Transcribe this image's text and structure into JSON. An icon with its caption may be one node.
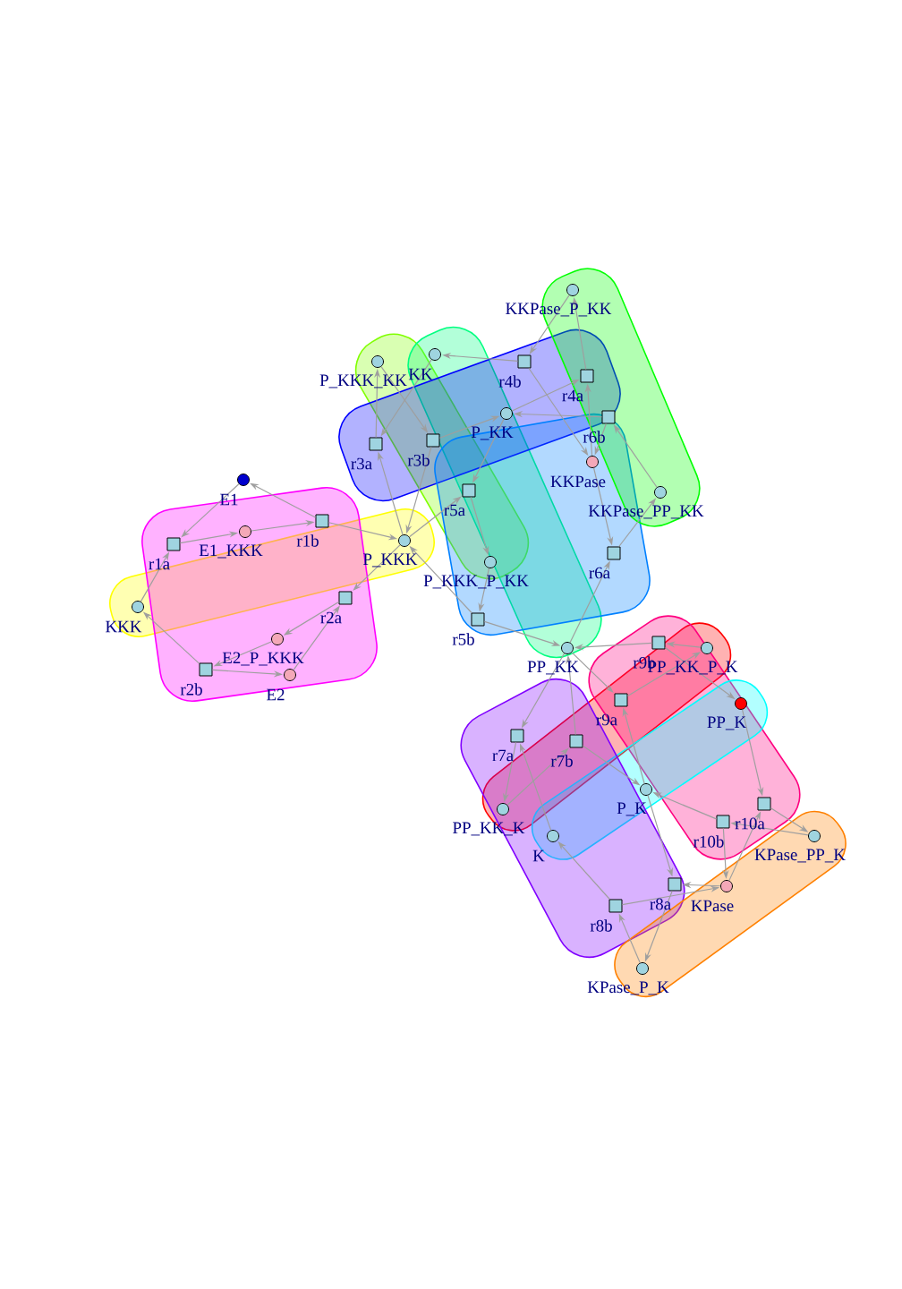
{
  "diagram": {
    "nodes": [
      {
        "text": [],
        "shape": "circle",
        "beside": [
          "E1"
        ]
      },
      {
        "text": [],
        "shape": "circle",
        "beside": [
          "E1_KKK"
        ]
      },
      {
        "text": [],
        "shape": "circle",
        "beside": [
          "KKK"
        ]
      },
      {
        "text": [],
        "shape": "circle",
        "beside": [
          "P_KKK"
        ]
      },
      {
        "text": [],
        "shape": "circle",
        "beside": [
          "E2_P_KKK"
        ]
      },
      {
        "text": [],
        "shape": "circle",
        "beside": [
          "E2"
        ]
      },
      {
        "text": [],
        "shape": "box",
        "beside": [
          "r1a"
        ]
      },
      {
        "text": [],
        "shape": "box",
        "beside": [
          "r1b"
        ]
      },
      {
        "text": [],
        "shape": "box",
        "beside": [
          "r2a"
        ]
      },
      {
        "text": [],
        "shape": "box",
        "beside": [
          "r2b"
        ]
      },
      {
        "text": [],
        "shape": "circle",
        "beside": [
          "KK"
        ]
      },
      {
        "text": [],
        "shape": "circle",
        "beside": [
          "P_KKK_KK"
        ]
      },
      {
        "text": [],
        "shape": "circle",
        "beside": [
          "KKPase_P_KK"
        ]
      },
      {
        "text": [],
        "shape": "circle",
        "beside": [
          "P_KK"
        ]
      },
      {
        "text": [],
        "shape": "circle",
        "beside": [
          "KKPase"
        ]
      },
      {
        "text": [],
        "shape": "circle",
        "beside": [
          "KKPase_PP_KK"
        ]
      },
      {
        "text": [],
        "shape": "circle",
        "beside": [
          "P_KKK_P_KK"
        ]
      },
      {
        "text": [],
        "shape": "box",
        "beside": [
          "r3a"
        ]
      },
      {
        "text": [],
        "shape": "box",
        "beside": [
          "r3b"
        ]
      },
      {
        "text": [],
        "shape": "box",
        "beside": [
          "r4a"
        ]
      },
      {
        "text": [],
        "shape": "box",
        "beside": [
          "r4b"
        ]
      },
      {
        "text": [],
        "shape": "box",
        "beside": [
          "r5a"
        ]
      },
      {
        "text": [],
        "shape": "box",
        "beside": [
          "r5b"
        ]
      },
      {
        "text": [],
        "shape": "box",
        "beside": [
          "r6a"
        ]
      },
      {
        "text": [],
        "shape": "box",
        "beside": [
          "r6b"
        ]
      },
      {
        "text": [],
        "shape": "circle",
        "beside": [
          "PP_KK"
        ]
      },
      {
        "text": [],
        "shape": "circle",
        "beside": [
          "PP_KK_P_K"
        ]
      },
      {
        "text": [],
        "shape": "circle",
        "beside": [
          "PP_K"
        ]
      },
      {
        "text": [],
        "shape": "circle",
        "beside": [
          "P_K"
        ]
      },
      {
        "text": [],
        "shape": "circle",
        "beside": [
          "PP_KK_K"
        ]
      },
      {
        "text": [],
        "shape": "circle",
        "beside": [
          "K"
        ]
      },
      {
        "text": [],
        "shape": "circle",
        "beside": [
          "KPase_PP_K"
        ]
      },
      {
        "text": [],
        "shape": "circle",
        "beside": [
          "KPase"
        ]
      },
      {
        "text": [],
        "shape": "circle",
        "beside": [
          "KPase_P_K"
        ]
      },
      {
        "text": [],
        "shape": "box",
        "beside": [
          "r7a"
        ]
      },
      {
        "text": [],
        "shape": "box",
        "beside": [
          "r7b"
        ]
      },
      {
        "text": [],
        "shape": "box",
        "beside": [
          "r8a"
        ]
      },
      {
        "text": [],
        "shape": "box",
        "beside": [
          "r8b"
        ]
      },
      {
        "text": [],
        "shape": "box",
        "beside": [
          "r9a"
        ]
      },
      {
        "text": [],
        "shape": "box",
        "beside": [
          "r9b"
        ]
      },
      {
        "text": [],
        "shape": "box",
        "beside": [
          "r10a"
        ]
      },
      {
        "text": [],
        "shape": "box",
        "beside": [
          "r10b"
        ]
      }
    ],
    "edges": [
      {
        "from": 2,
        "to": 6,
        "arrow": "to"
      },
      {
        "from": 0,
        "to": 6,
        "arrow": "to"
      },
      {
        "from": 6,
        "to": 1,
        "arrow": "to"
      },
      {
        "from": 1,
        "to": 7,
        "arrow": "to"
      },
      {
        "from": 7,
        "to": 3,
        "arrow": "to"
      },
      {
        "from": 7,
        "to": 0,
        "arrow": "to"
      },
      {
        "from": 3,
        "to": 8,
        "arrow": "to"
      },
      {
        "from": 5,
        "to": 8,
        "arrow": "to"
      },
      {
        "from": 8,
        "to": 4,
        "arrow": "to"
      },
      {
        "from": 4,
        "to": 9,
        "arrow": "to"
      },
      {
        "from": 9,
        "to": 2,
        "arrow": "to"
      },
      {
        "from": 9,
        "to": 5,
        "arrow": "to"
      },
      {
        "from": 10,
        "to": 17,
        "arrow": "to"
      },
      {
        "from": 3,
        "to": 17,
        "arrow": "to"
      },
      {
        "from": 17,
        "to": 11,
        "arrow": "to"
      },
      {
        "from": 11,
        "to": 18,
        "arrow": "to"
      },
      {
        "from": 18,
        "to": 13,
        "arrow": "to"
      },
      {
        "from": 18,
        "to": 3,
        "arrow": "to"
      },
      {
        "from": 13,
        "to": 19,
        "arrow": "to"
      },
      {
        "from": 14,
        "to": 19,
        "arrow": "to"
      },
      {
        "from": 19,
        "to": 12,
        "arrow": "to"
      },
      {
        "from": 12,
        "to": 20,
        "arrow": "to"
      },
      {
        "from": 20,
        "to": 10,
        "arrow": "to"
      },
      {
        "from": 20,
        "to": 14,
        "arrow": "to"
      },
      {
        "from": 13,
        "to": 21,
        "arrow": "to"
      },
      {
        "from": 3,
        "to": 21,
        "arrow": "to"
      },
      {
        "from": 21,
        "to": 16,
        "arrow": "to"
      },
      {
        "from": 16,
        "to": 22,
        "arrow": "to"
      },
      {
        "from": 22,
        "to": 25,
        "arrow": "to"
      },
      {
        "from": 22,
        "to": 3,
        "arrow": "to"
      },
      {
        "from": 25,
        "to": 23,
        "arrow": "to"
      },
      {
        "from": 14,
        "to": 23,
        "arrow": "to"
      },
      {
        "from": 23,
        "to": 15,
        "arrow": "to"
      },
      {
        "from": 15,
        "to": 24,
        "arrow": "to"
      },
      {
        "from": 24,
        "to": 13,
        "arrow": "to"
      },
      {
        "from": 24,
        "to": 14,
        "arrow": "to"
      },
      {
        "from": 30,
        "to": 34,
        "arrow": "to"
      },
      {
        "from": 25,
        "to": 34,
        "arrow": "to"
      },
      {
        "from": 34,
        "to": 29,
        "arrow": "to"
      },
      {
        "from": 29,
        "to": 35,
        "arrow": "to"
      },
      {
        "from": 35,
        "to": 28,
        "arrow": "to"
      },
      {
        "from": 35,
        "to": 25,
        "arrow": "to"
      },
      {
        "from": 28,
        "to": 36,
        "arrow": "to"
      },
      {
        "from": 32,
        "to": 36,
        "arrow": "to"
      },
      {
        "from": 36,
        "to": 33,
        "arrow": "to"
      },
      {
        "from": 33,
        "to": 37,
        "arrow": "to"
      },
      {
        "from": 37,
        "to": 30,
        "arrow": "to"
      },
      {
        "from": 37,
        "to": 32,
        "arrow": "to"
      },
      {
        "from": 28,
        "to": 38,
        "arrow": "to"
      },
      {
        "from": 25,
        "to": 38,
        "arrow": "to"
      },
      {
        "from": 38,
        "to": 26,
        "arrow": "to"
      },
      {
        "from": 26,
        "to": 39,
        "arrow": "to"
      },
      {
        "from": 39,
        "to": 27,
        "arrow": "to"
      },
      {
        "from": 39,
        "to": 25,
        "arrow": "to"
      },
      {
        "from": 27,
        "to": 40,
        "arrow": "to"
      },
      {
        "from": 32,
        "to": 40,
        "arrow": "to"
      },
      {
        "from": 40,
        "to": 31,
        "arrow": "to"
      },
      {
        "from": 31,
        "to": 41,
        "arrow": "to"
      },
      {
        "from": 41,
        "to": 28,
        "arrow": "to"
      },
      {
        "from": 41,
        "to": 32,
        "arrow": "to"
      }
    ]
  }
}
